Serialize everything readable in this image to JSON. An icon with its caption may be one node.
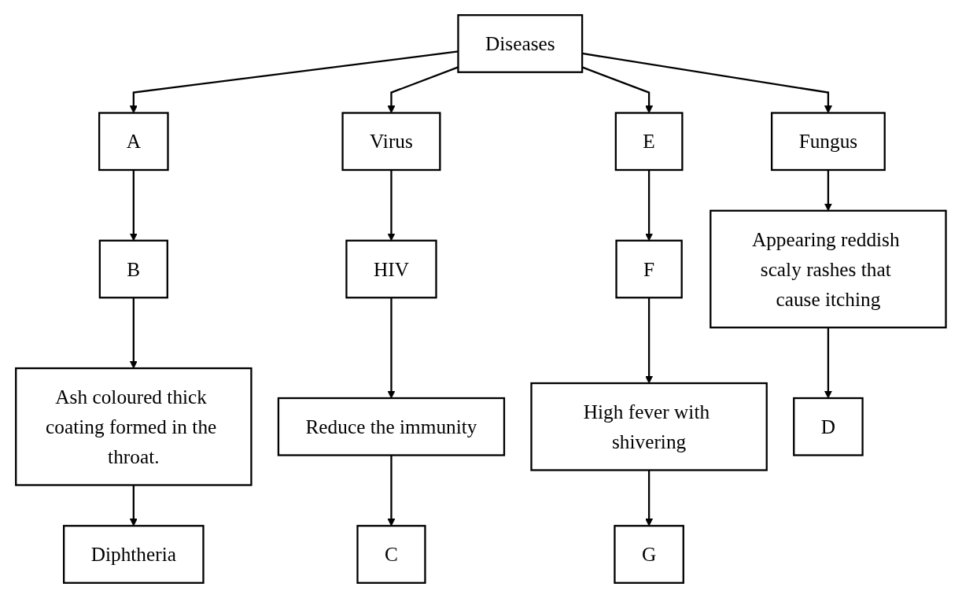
{
  "diagram": {
    "nodes": [
      {
        "text": [
          "Diseases"
        ]
      },
      {
        "text": [
          "A"
        ]
      },
      {
        "text": [
          "Virus"
        ]
      },
      {
        "text": [
          "E"
        ]
      },
      {
        "text": [
          "B"
        ]
      },
      {
        "text": [
          "HIV"
        ]
      },
      {
        "text": [
          "Fungus"
        ]
      },
      {
        "text": [
          "F"
        ]
      },
      {
        "text": [
          "Ash coloured thick coating formed in the throat."
        ]
      },
      {
        "text": [
          "Reduce the immunity"
        ]
      },
      {
        "text": [
          "Appearing reddish scaly rashes that cause itching"
        ]
      },
      {
        "text": [
          "High fever with shivering"
        ]
      },
      {
        "text": [
          "Diphtheria"
        ]
      },
      {
        "text": [
          "C"
        ]
      },
      {
        "text": [
          "D"
        ]
      },
      {
        "text": [
          "G"
        ]
      }
    ],
    "edges": [
      {
        "from": 0,
        "to": 1,
        "arrow": "to"
      },
      {
        "from": 0,
        "to": 2,
        "arrow": "to"
      },
      {
        "from": 0,
        "to": 6,
        "arrow": "to"
      },
      {
        "from": 0,
        "to": 3,
        "arrow": "to"
      },
      {
        "from": 1,
        "to": 4,
        "arrow": "to"
      },
      {
        "from": 4,
        "to": 8,
        "arrow": "to"
      },
      {
        "from": 8,
        "to": 12,
        "arrow": "to"
      },
      {
        "from": 2,
        "to": 5,
        "arrow": "to"
      },
      {
        "from": 5,
        "to": 9,
        "arrow": "to"
      },
      {
        "from": 9,
        "to": 13,
        "arrow": "to"
      },
      {
        "from": 6,
        "to": 10,
        "arrow": "to"
      },
      {
        "from": 10,
        "to": 14,
        "arrow": "to"
      },
      {
        "from": 3,
        "to": 7,
        "arrow": "to"
      },
      {
        "from": 7,
        "to": 11,
        "arrow": "to"
      },
      {
        "from": 11,
        "to": 15,
        "arrow": "to"
      }
    ]
  }
}
